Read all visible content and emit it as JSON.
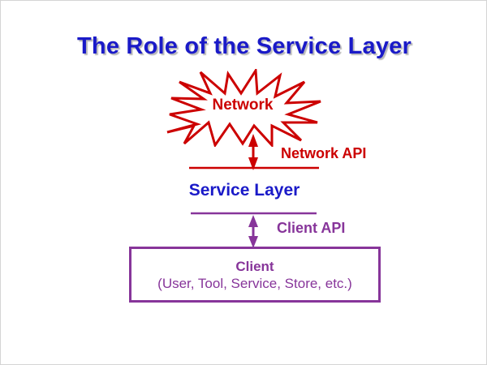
{
  "slide": {
    "title": "The Role of the Service Layer",
    "background_color": "#ffffff",
    "border_color": "#d4d4d4"
  },
  "colors": {
    "title_blue": "#1a1ac8",
    "network_red": "#cc0000",
    "client_purple": "#87359a",
    "shadow_gray": "#b9b9b9"
  },
  "diagram": {
    "type": "layered-architecture",
    "nodes": [
      {
        "id": "network",
        "label": "Network",
        "shape": "starburst-explosion",
        "color": "#cc0000"
      },
      {
        "id": "service-layer",
        "label": "Service Layer",
        "shape": "text-between-rules",
        "color": "#1a1ac8"
      },
      {
        "id": "client",
        "label": "Client",
        "sublabel": "(User, Tool, Service, Store, etc.)",
        "shape": "rectangle",
        "color": "#87359a"
      }
    ],
    "connectors": [
      {
        "id": "network-api",
        "label": "Network API",
        "from": "network",
        "to": "service-layer",
        "arrow": "double-headed-vertical",
        "color": "#cc0000"
      },
      {
        "id": "client-api",
        "label": "Client API",
        "from": "service-layer",
        "to": "client",
        "arrow": "double-headed-vertical",
        "color": "#87359a"
      }
    ],
    "rules": [
      {
        "id": "network-boundary-rule",
        "color": "#cc0000"
      },
      {
        "id": "client-boundary-rule",
        "color": "#87359a"
      }
    ]
  }
}
